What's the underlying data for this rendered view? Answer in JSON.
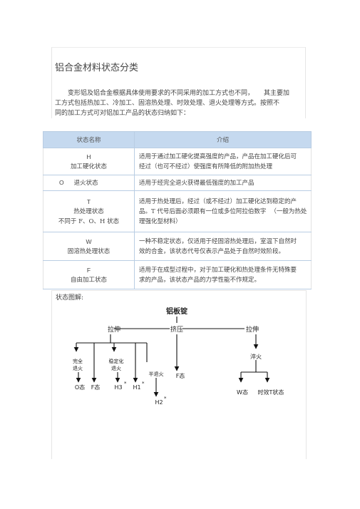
{
  "title": "铝合金材料状态分类",
  "intro": {
    "line1": "变形铝及铝合金根据具体使用要求的不同采用的加工方式也不同，",
    "line1b": "其主要加",
    "line2": "工方式包括热加工、冷加工、固溶热处理、时效处理、退火处理等方式。按照不",
    "line3": "同的加工方式可对铝加工产品的状态归纳如下："
  },
  "table": {
    "headers": [
      "状态名称",
      "介绍"
    ],
    "rows": [
      {
        "code": "H",
        "name": "加工硬化状态",
        "desc1": "适用于通过加工硬化提高强度的产品，产品在加工硬化后可",
        "desc2": "经过（也可不经过）使强度有所降低的附加热处理"
      },
      {
        "code": "O",
        "name": "退火状态",
        "desc1": "适用于经完全退火获得最低强度的加工产品"
      },
      {
        "code": "T",
        "name": "热处理状态",
        "name2": "不同于 F、O、H 状态",
        "desc1": "适用于热处理后，经过（或不经过）加工硬化达到稳定的产",
        "desc2": "品。T 代号后面必须跟有一位或多位阿拉伯数字",
        "desc2b": "（一般为热处",
        "desc3": "理强化型材料）"
      },
      {
        "code": "W",
        "name": "固溶热处理状态",
        "desc1": "一种不稳定状态，仅适用于经固溶热处理后，室温下自然时",
        "desc2": "效的合金，该状态代号仅表示产品处于自然时效阶段。"
      },
      {
        "code": "F",
        "name": "自由加工状态",
        "desc1": "适用于在成型过程中，对于加工硬化和热处理条件无特殊要",
        "desc2": "求的产品，该状态产品的力学性能不作规定。"
      }
    ]
  },
  "diagram_label": "状态图解:",
  "diagram": {
    "root": "铝板锭",
    "stretch_left": "拉伸",
    "extrude": "挤压",
    "stretch_right": "拉伸",
    "full_anneal_1": "完全",
    "full_anneal_2": "退火",
    "stabilize_1": "稳定化",
    "stabilize_2": "退火",
    "half_anneal": "半退火",
    "quench": "淬火",
    "o_state": "O态",
    "f_state_left": "F态",
    "h3": "H3",
    "h1": "H1",
    "h2": "H2",
    "star": "*",
    "f_state_mid": "F态",
    "w_state": "W态",
    "t_state": "时效T状态"
  }
}
